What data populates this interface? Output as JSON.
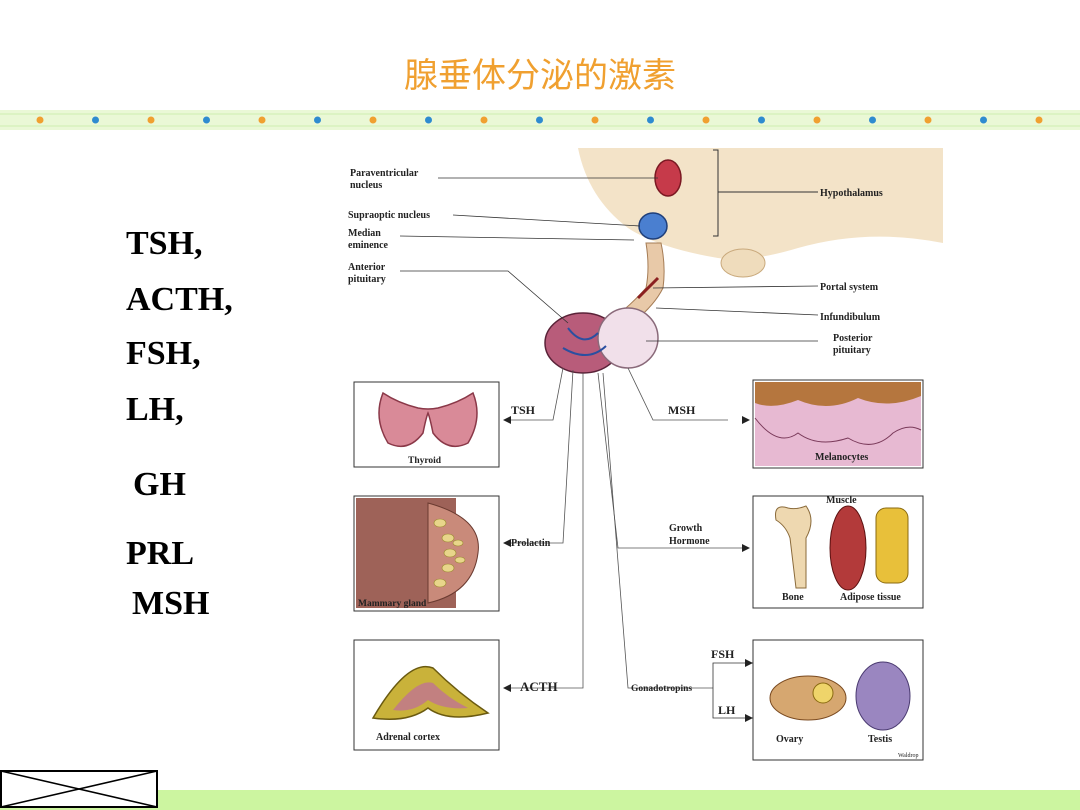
{
  "slide": {
    "title": "腺垂体分泌的激素",
    "hormones": [
      "TSH,",
      "ACTH,",
      "FSH,",
      "LH,",
      "GH",
      "PRL",
      "MSH"
    ]
  },
  "diagram": {
    "labels": {
      "paraventricular": "Paraventricular",
      "paraventricular2": "nucleus",
      "supraoptic": "Supraoptic nucleus",
      "median": "Median",
      "median2": "eminence",
      "anterior": "Anterior",
      "anterior2": "pituitary",
      "hypothalamus": "Hypothalamus",
      "portal": "Portal system",
      "infundibulum": "Infundibulum",
      "posterior": "Posterior",
      "posterior2": "pituitary"
    },
    "hormone_labels": {
      "tsh": "TSH",
      "msh": "MSH",
      "prolactin": "Prolactin",
      "growth": "Growth",
      "growth2": "Hormone",
      "acth": "ACTH",
      "gonadotropins": "Gonadotropins",
      "fsh": "FSH",
      "lh": "LH"
    },
    "targets": {
      "thyroid": "Thyroid",
      "melanocytes": "Melanocytes",
      "mammary": "Mammary gland",
      "muscle": "Muscle",
      "bone": "Bone",
      "adipose": "Adipose tissue",
      "adrenal": "Adrenal cortex",
      "ovary": "Ovary",
      "testis": "Testis"
    },
    "credit": "Waldrop"
  },
  "colors": {
    "title": "#f0a030",
    "footer": "#ccf5a0",
    "dot_orange": "#f0a030",
    "dot_blue": "#2e8bd0"
  }
}
